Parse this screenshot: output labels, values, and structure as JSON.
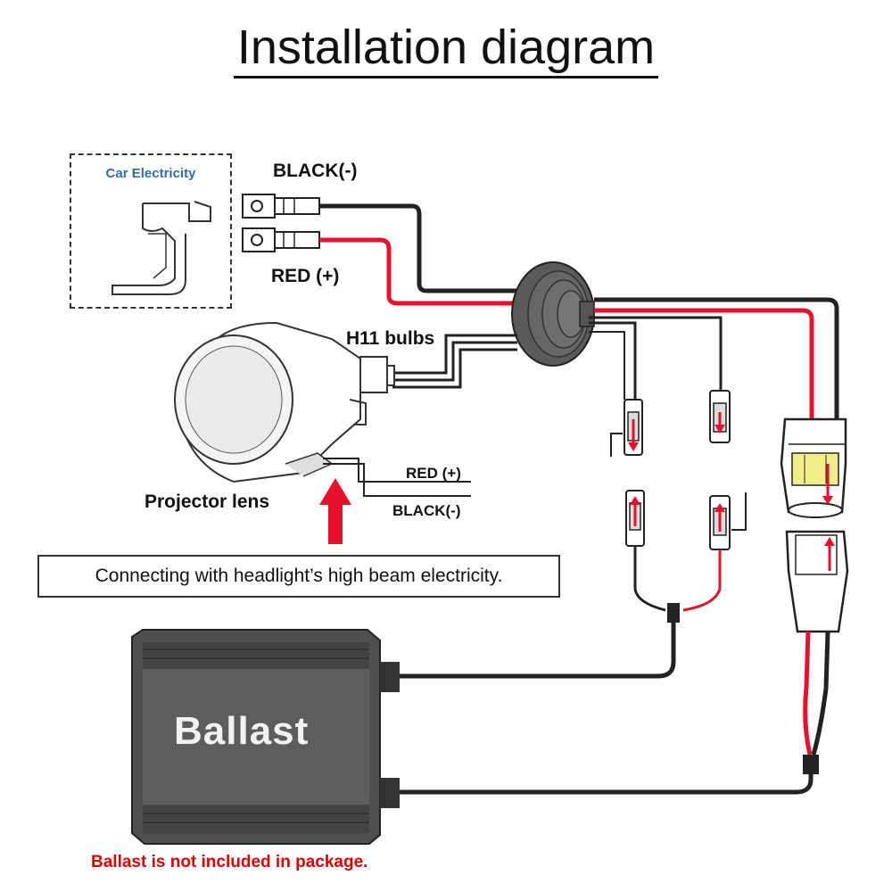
{
  "title": "Installation diagram",
  "car_electricity": {
    "label": "Car Electricity"
  },
  "labels": {
    "black_top": "BLACK(-)",
    "red_top": "RED (+)",
    "h11": "H11 bulbs",
    "projector": "Projector lens",
    "red_small": "RED (+)",
    "black_small": "BLACK(-)",
    "ballast": "Ballast"
  },
  "note": "Connecting with headlight’s high beam electricity.",
  "warning": "Ballast is not included in package.",
  "colors": {
    "red_wire": "#e8102a",
    "black_wire": "#222222",
    "warning": "#e00000",
    "car_title": "#2e6fa8",
    "ballast_body": "#555555"
  }
}
